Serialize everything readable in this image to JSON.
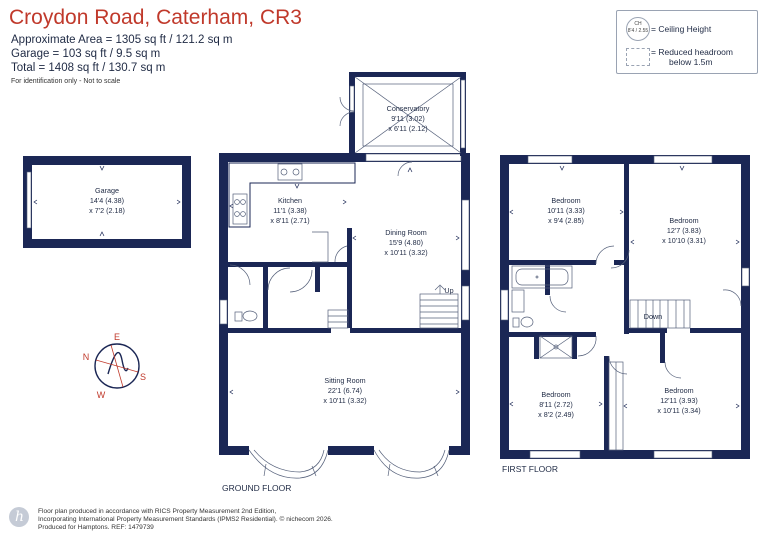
{
  "header": {
    "title": "Croydon Road, Caterham, CR3",
    "approx_area": "Approximate Area = 1305 sq ft / 121.2 sq m",
    "garage_area": "Garage = 103 sq ft / 9.5 sq m",
    "total_area": "Total = 1408 sq ft / 130.7 sq m",
    "identification_note": "For identification only - Not to scale"
  },
  "key": {
    "badge_line1": "CH",
    "badge_line2": "8'4 / 2.55",
    "ceiling_height": "= Ceiling Height",
    "reduced_headroom_1": "= Reduced headroom",
    "reduced_headroom_2": "below 1.5m"
  },
  "rooms": {
    "garage": {
      "name": "Garage",
      "dims_imperial": "14'4 (4.38)",
      "dims_second": "x 7'2 (2.18)"
    },
    "conservatory": {
      "name": "Conservatory",
      "dims_imperial": "9'11 (3.02)",
      "dims_second": "x 6'11 (2.12)"
    },
    "kitchen": {
      "name": "Kitchen",
      "dims_imperial": "11'1 (3.38)",
      "dims_second": "x 8'11 (2.71)"
    },
    "dining_room": {
      "name": "Dining Room",
      "dims_imperial": "15'9 (4.80)",
      "dims_second": "x 10'11 (3.32)"
    },
    "sitting_room": {
      "name": "Sitting Room",
      "dims_imperial": "22'1 (6.74)",
      "dims_second": "x 10'11 (3.32)"
    },
    "bedroom_1": {
      "name": "Bedroom",
      "dims_imperial": "10'11 (3.33)",
      "dims_second": "x 9'4 (2.85)"
    },
    "bedroom_2": {
      "name": "Bedroom",
      "dims_imperial": "12'7 (3.83)",
      "dims_second": "x 10'10 (3.31)"
    },
    "bedroom_3": {
      "name": "Bedroom",
      "dims_imperial": "8'11 (2.72)",
      "dims_second": "x 8'2 (2.49)"
    },
    "bedroom_4": {
      "name": "Bedroom",
      "dims_imperial": "12'11 (3.93)",
      "dims_second": "x 10'11 (3.34)"
    }
  },
  "stairs": {
    "up_label": "Up",
    "down_label": "Down"
  },
  "floors": {
    "ground": "GROUND FLOOR",
    "first": "FIRST FLOOR"
  },
  "compass": {
    "n": "N",
    "e": "E",
    "s": "S",
    "w": "W",
    "logo_letter": "h"
  },
  "footer": {
    "line1": "Floor plan produced in accordance with RICS Property Measurement 2nd Edition,",
    "line2": "Incorporating International Property Measurement Standards (IPMS2 Residential).  © nichecom 2026.",
    "line3": "Produced for Hamptons.   REF: 1479739"
  },
  "colors": {
    "wall": "#1b2755",
    "accent": "#c0392b",
    "compass": "#c0392b"
  }
}
